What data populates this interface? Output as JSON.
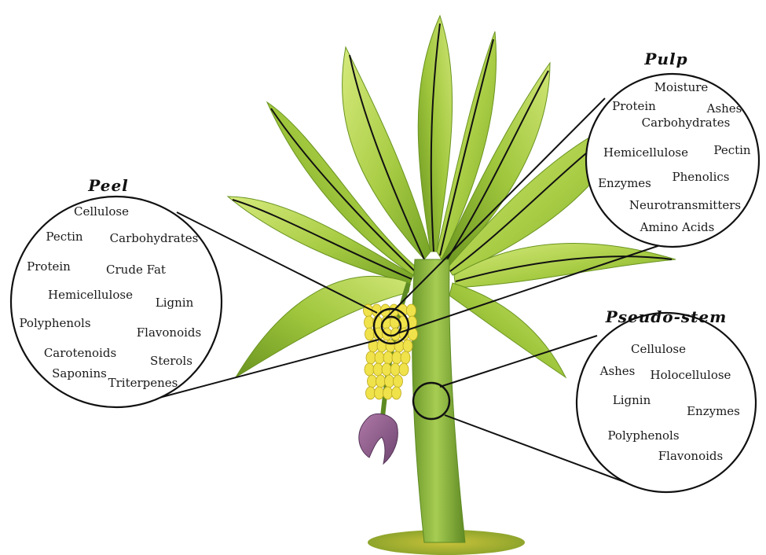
{
  "diagram": {
    "subject": "banana plant",
    "colors": {
      "leaf_light": "#c8e06a",
      "leaf_mid": "#9cc63a",
      "leaf_dark": "#6c9a22",
      "stem": "#7aa83a",
      "fruit": "#f0e24a",
      "flower": "#8a5a86",
      "ground": "#a9b536",
      "outline": "#111111"
    },
    "callouts": {
      "peel": {
        "heading": "Peel",
        "items": [
          "Cellulose",
          "Pectin",
          "Carbohydrates",
          "Protein",
          "Crude Fat",
          "Hemicellulose",
          "Lignin",
          "Polyphenols",
          "Flavonoids",
          "Carotenoids",
          "Sterols",
          "Saponins",
          "Triterpenes"
        ]
      },
      "pulp": {
        "heading": "Pulp",
        "items": [
          "Moisture",
          "Protein",
          "Ashes",
          "Carbohydrates",
          "Hemicellulose",
          "Pectin",
          "Enzymes",
          "Phenolics",
          "Neurotransmitters",
          "Amino Acids"
        ]
      },
      "pseudo_stem": {
        "heading": "Pseudo-stem",
        "items": [
          "Cellulose",
          "Ashes",
          "Holocellulose",
          "Lignin",
          "Enzymes",
          "Polyphenols",
          "Flavonoids"
        ]
      }
    }
  }
}
